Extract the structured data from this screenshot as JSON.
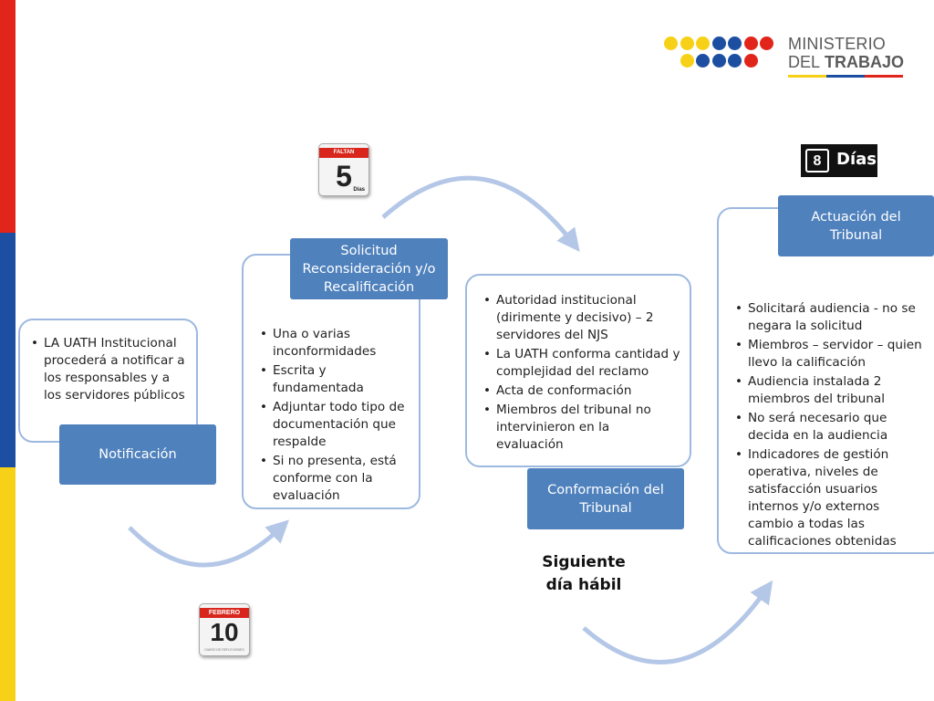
{
  "logo": {
    "line1": "MINISTERIO",
    "line2_a": "DEL",
    "line2_b": "TRABAJO",
    "dot_colors": [
      "#f7d117",
      "#f7d117",
      "#f7d117",
      "#1c4fa2",
      "#1c4fa2",
      "#e1251b",
      "#e1251b",
      "#f7d117",
      "#1c4fa2",
      "#1c4fa2",
      "#1c4fa2",
      "#e1251b"
    ]
  },
  "colors": {
    "flag_yellow": "#f7d117",
    "flag_blue": "#1c4fa2",
    "flag_red": "#e1251b",
    "label_fill": "#4f81bd",
    "outline": "#9db9df",
    "arrow": "#b4c7e7"
  },
  "steps": [
    {
      "label": "Notificación",
      "bullets": [
        "LA UATH Institucional procederá a notificar a los responsables y a los servidores públicos"
      ]
    },
    {
      "label": "Solicitud Reconsideración y/o Recalificación",
      "bullets": [
        "Una o varias inconformidades",
        "Escrita y fundamentada",
        "Adjuntar todo tipo de documentación que respalde",
        "Si no presenta, está conforme con la evaluación"
      ]
    },
    {
      "label": "Conformación del Tribunal",
      "bullets": [
        "Autoridad institucional (dirimente y decisivo) – 2 servidores del NJS",
        "La UATH conforma cantidad y complejidad del reclamo",
        "Acta de conformación",
        "Miembros del tribunal no intervinieron en la evaluación"
      ]
    },
    {
      "label": "Actuación del Tribunal",
      "bullets": [
        "Solicitará audiencia - no se negara la solicitud",
        "Miembros – servidor – quien llevo la calificación",
        "Audiencia instalada 2 miembros del tribunal",
        "No será necesario que decida en la audiencia",
        "Indicadores de gestión operativa, niveles de satisfacción usuarios internos y/o externos cambio a todas las calificaciones obtenidas"
      ]
    }
  ],
  "next_day": "Siguiente día hábil",
  "calendar_faltan": {
    "header": "FALTAN",
    "number": "5",
    "suffix": "Días"
  },
  "calendar_febrero": {
    "header": "FEBRERO",
    "number": "10",
    "footer": "DIARIO DE REFLEXIONES"
  },
  "dias_badge": {
    "number": "8",
    "text": "Días"
  },
  "icons": {
    "calendar": "calendar-icon"
  }
}
